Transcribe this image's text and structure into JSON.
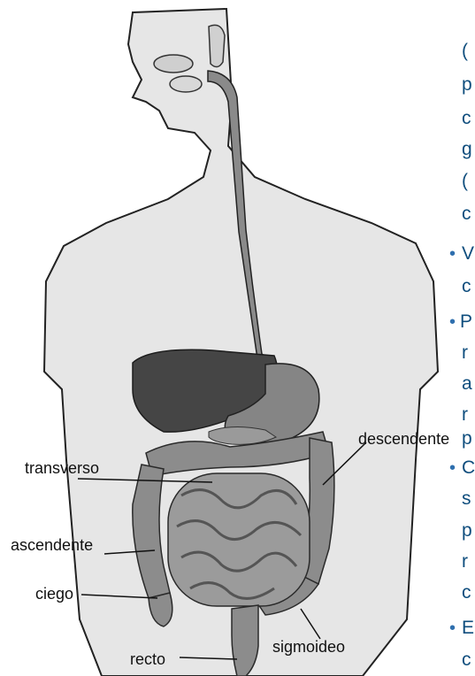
{
  "labels": {
    "transverso": "transverso",
    "descendente": "descendente",
    "ascendente": "ascendente",
    "ciego": "ciego",
    "recto": "recto",
    "sigmoideo": "sigmoideo"
  },
  "side_text": {
    "lines": [
      "(",
      "p",
      "c",
      "g",
      "(",
      "c",
      "V",
      "c",
      "P",
      "r",
      "a",
      "r",
      "p",
      "C",
      "s",
      "p",
      "r",
      "c",
      "E",
      "c"
    ],
    "bullet_char": "•"
  },
  "colors": {
    "body_fill": "#e6e6e6",
    "outline": "#222222",
    "liver": "#444444",
    "stomach": "#808080",
    "intestine": "#8f8f8f",
    "text_blue": "#0e4d7d"
  }
}
